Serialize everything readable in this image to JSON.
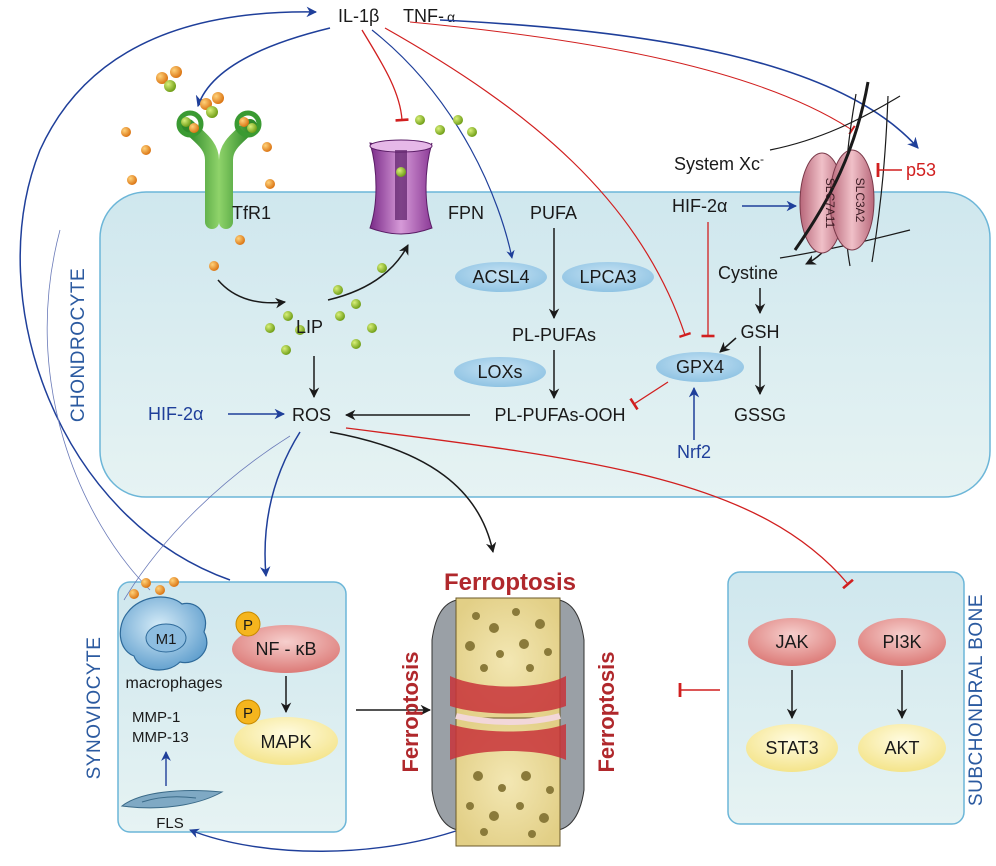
{
  "cytokines": {
    "il1b": "IL-1β",
    "tnf_prefix": "TNF-",
    "tnf_suffix": "α"
  },
  "system_xc": {
    "label": "System Xc",
    "superscript": "-",
    "slc7a11": "SLC7A11",
    "slc3a2": "SLC3A2"
  },
  "p53": "p53",
  "chondrocyte": {
    "name": "CHONDROCYTE",
    "tfr1": "TfR1",
    "fpn": "FPN",
    "lip": "LIP",
    "ros": "ROS",
    "hif2a_left": "HIF-2α",
    "hif2a_right": "HIF-2α",
    "pufa": "PUFA",
    "acsl4": "ACSL4",
    "lpca3": "LPCA3",
    "pl_pufas": "PL-PUFAs",
    "loxs": "LOXs",
    "pl_pufas_ooh": "PL-PUFAs-OOH",
    "cystine": "Cystine",
    "gsh": "GSH",
    "gpx4": "GPX4",
    "gssg": "GSSG",
    "nrf2": "Nrf2"
  },
  "synoviocyte": {
    "name": "SYNOVIOCYTE",
    "m1": "M1",
    "macrophages": "macrophages",
    "p1": "P",
    "nfkb": "NF - κB",
    "p2": "P",
    "mapk": "MAPK",
    "mmp1": "MMP-1",
    "mmp13": "MMP-13",
    "fls": "FLS"
  },
  "subchondral": {
    "name": "SUBCHONDRAL BONE",
    "jak": "JAK",
    "pi3k": "PI3K",
    "stat3": "STAT3",
    "akt": "AKT"
  },
  "joint": {
    "top": "Ferroptosis",
    "left": "Ferroptosis",
    "right": "Ferroptosis"
  },
  "colors": {
    "cell_fill": "#dcecef",
    "cell_border": "#6cb6d8",
    "enzyme_blue": "#a9d2ea",
    "kinase_red": "#e38e8c",
    "yellow": "#fbf1b0",
    "orange_dot": "#e58a1f",
    "green_dot": "#8ab528",
    "inhibit_red": "#d11f1f",
    "activate_blue": "#1f3f9a",
    "ferroptosis_text": "#b0282c"
  }
}
